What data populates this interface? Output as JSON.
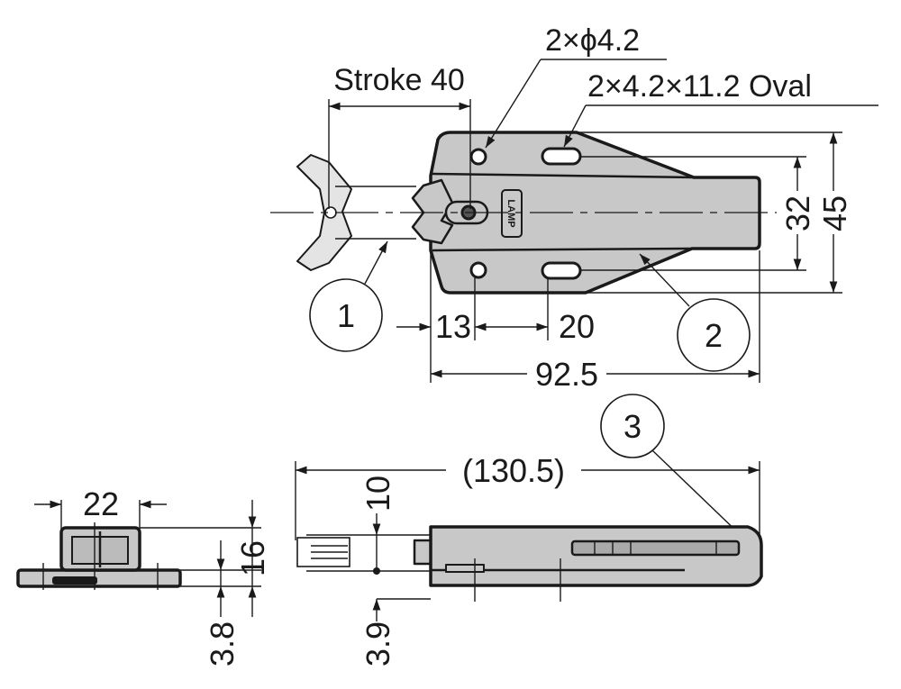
{
  "drawing": {
    "stroke_label": "Stroke 40",
    "hole_label": "2×ϕ4.2",
    "oval_label": "2×4.2×11.2 Oval",
    "dims": {
      "d32": "32",
      "d45": "45",
      "d13": "13",
      "d20": "20",
      "d92_5": "92.5",
      "d130_5": "(130.5)",
      "d22": "22",
      "d16": "16",
      "d3_8": "3.8",
      "d10": "10",
      "d3_9": "3.9"
    },
    "callouts": [
      "1",
      "2",
      "3"
    ],
    "logo": "LAMP",
    "colors": {
      "part_fill": "#c8c8c8",
      "line": "#1a1a1a"
    }
  }
}
